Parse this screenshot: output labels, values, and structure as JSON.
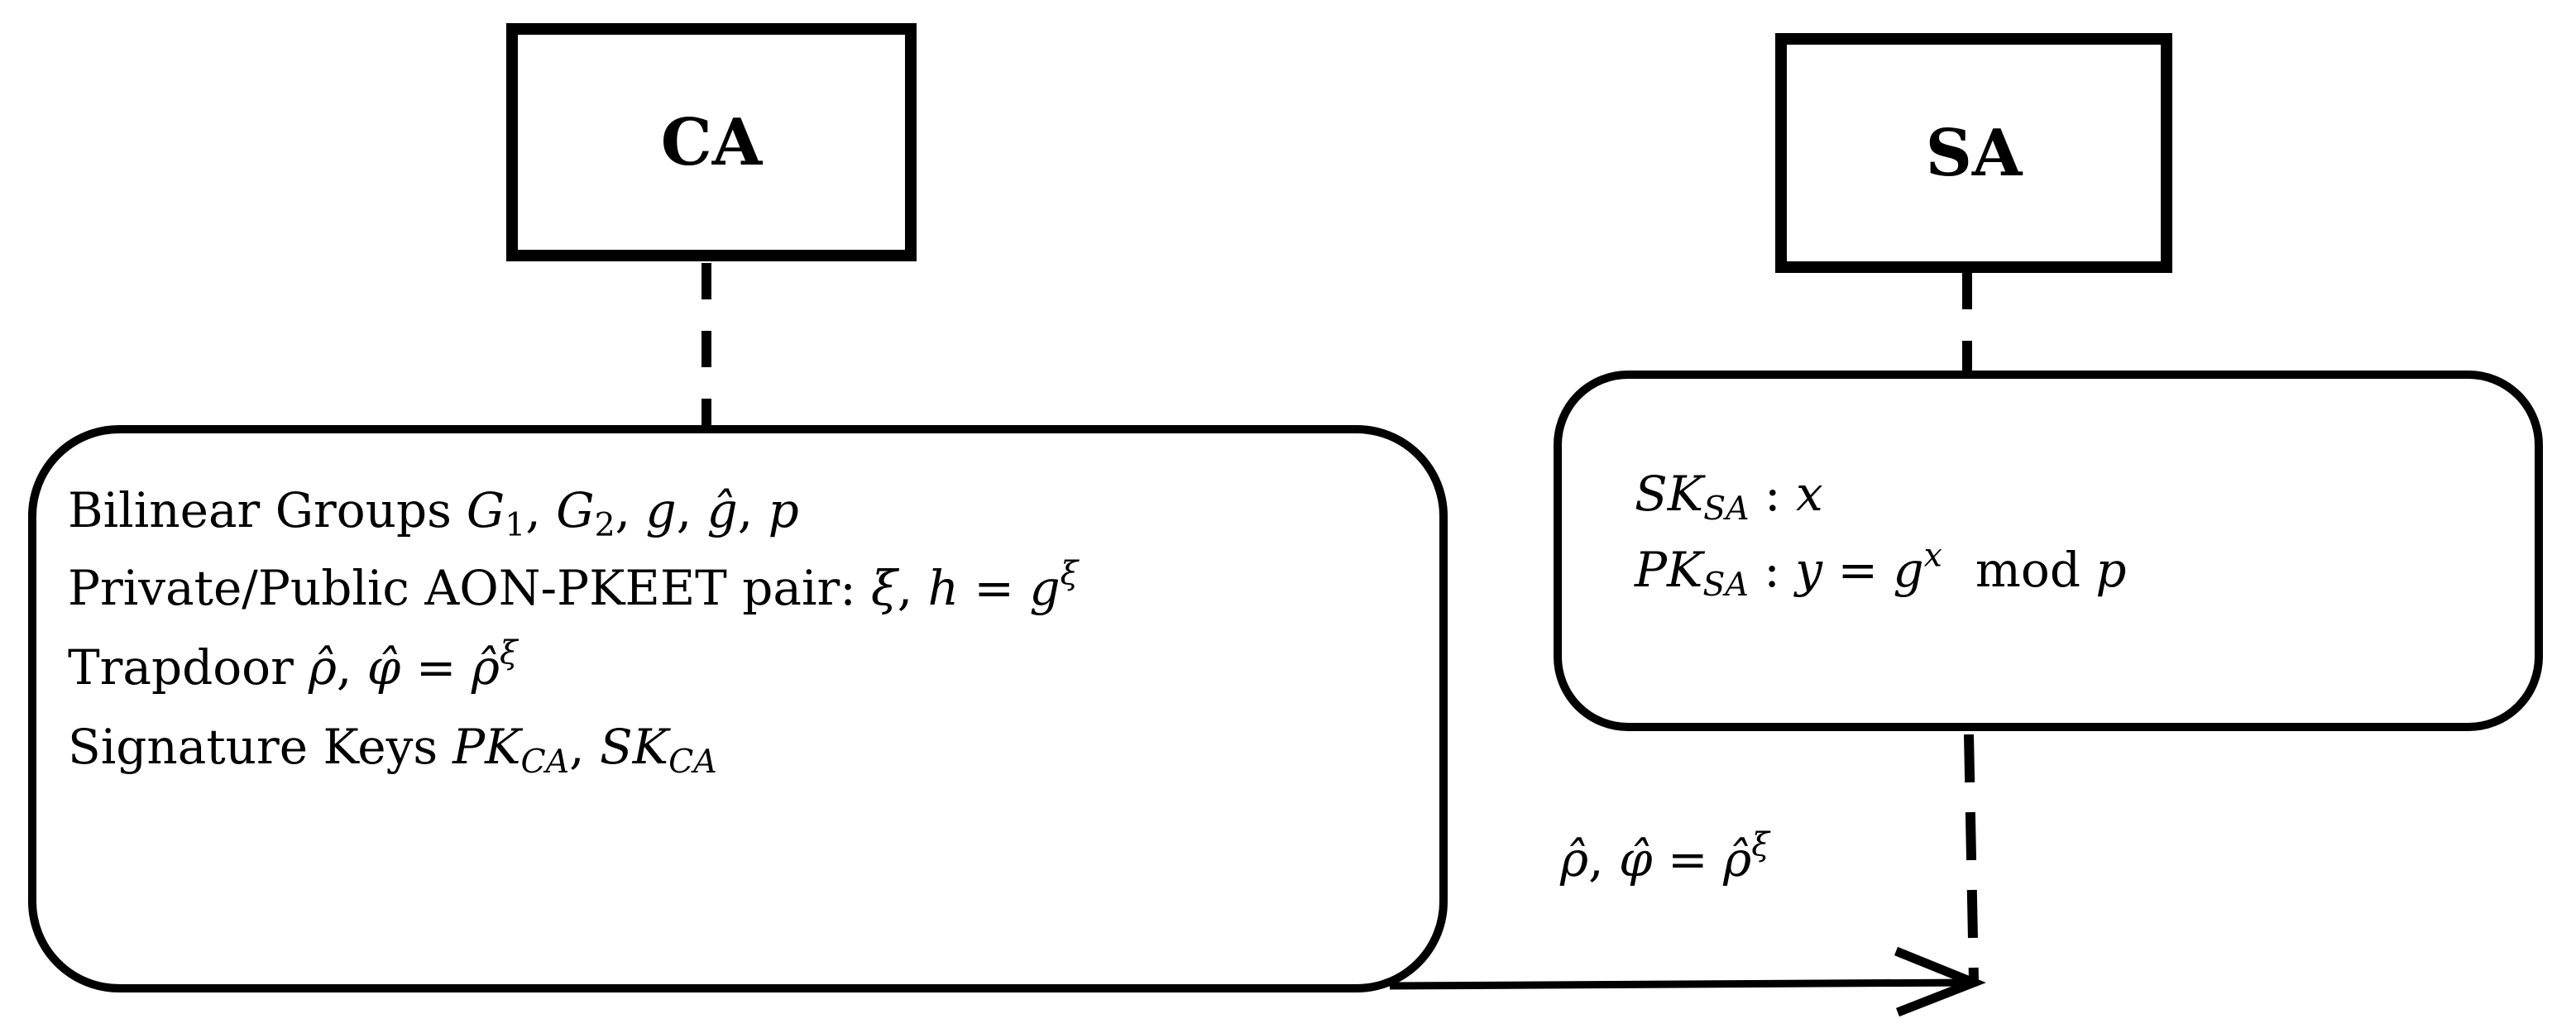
{
  "diagram": {
    "entities": [
      {
        "id": "ca",
        "label": "CA"
      },
      {
        "id": "sa",
        "label": "SA"
      }
    ],
    "ca_panel": {
      "line1_prefix": "Bilinear Groups",
      "line1_math": [
        "G",
        "1",
        "G",
        "2",
        "g",
        "ĝ",
        "p"
      ],
      "line2_prefix": "Private/Public AON-PKEET pair:",
      "line2_math": [
        "ξ",
        "h",
        "g",
        "ξ"
      ],
      "line3_prefix": "Trapdoor",
      "line3_math": [
        "ρ̂",
        "φ̂",
        "ρ̂",
        "ξ"
      ],
      "line4_prefix": "Signature Keys",
      "line4_math": [
        "PK",
        "CA",
        "SK",
        "CA"
      ]
    },
    "sa_panel": {
      "line1_math": [
        "SK",
        "SA",
        "x"
      ],
      "line2_math": [
        "PK",
        "SA",
        "y",
        "g",
        "x",
        "mod",
        "p"
      ]
    },
    "message": {
      "from": "ca",
      "to": "sa",
      "label_math": [
        "ρ̂",
        "φ̂",
        "ρ̂",
        "ξ"
      ]
    }
  }
}
